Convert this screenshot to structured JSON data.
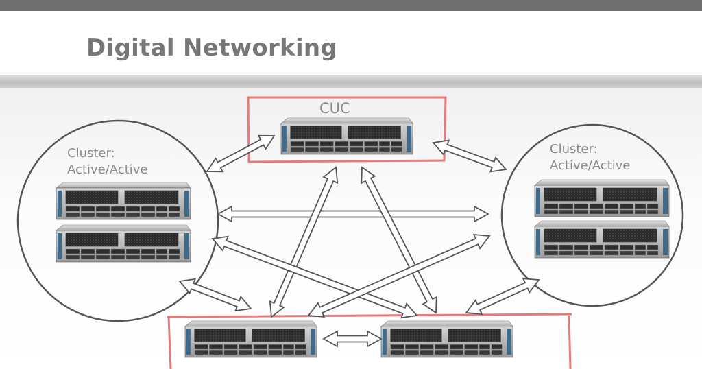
{
  "slide": {
    "title": "Digital Networking"
  },
  "cuc": {
    "label": "CUC"
  },
  "left_cluster": {
    "label_line1": "Cluster:",
    "label_line2": "Active/Active"
  },
  "right_cluster": {
    "label_line1": "Cluster:",
    "label_line2": "Active/Active"
  },
  "colors": {
    "highlight_box": "#e87a7a",
    "cluster_circle": "#555555",
    "arrow_stroke": "#555555",
    "title_text": "#777777",
    "top_bar": "#6f6f6f"
  }
}
